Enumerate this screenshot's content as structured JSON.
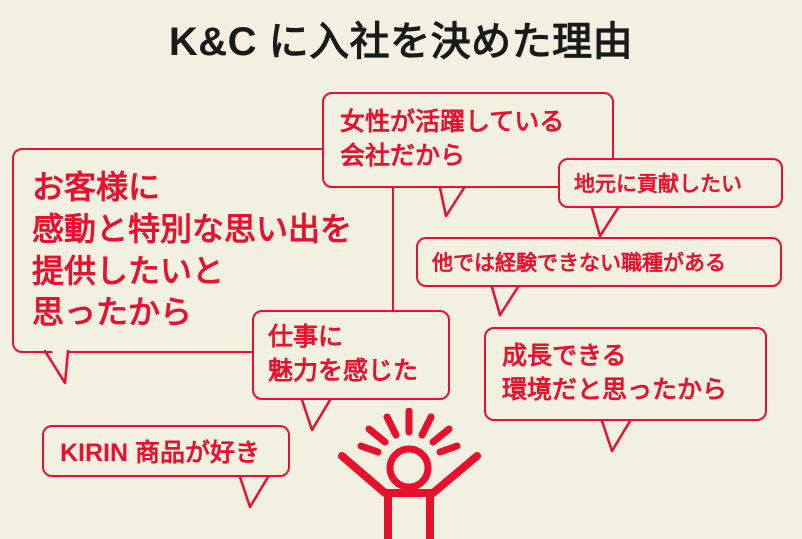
{
  "page": {
    "title": "K&C に入社を決めた理由",
    "background_color": "#f1f0e1",
    "accent_color": "#e8112d",
    "title_color": "#1a1a1a"
  },
  "bubbles": [
    {
      "id": "customer",
      "lines": [
        "お客様に",
        "感動と特別な思い出を",
        "提供したいと",
        "思ったから"
      ]
    },
    {
      "id": "women",
      "lines": [
        "女性が活躍している",
        "会社だから"
      ]
    },
    {
      "id": "local",
      "lines": [
        "地元に貢献したい"
      ]
    },
    {
      "id": "unique",
      "lines": [
        "他では経験できない職種がある"
      ]
    },
    {
      "id": "work",
      "lines": [
        "仕事に",
        "魅力を感じた"
      ]
    },
    {
      "id": "growth",
      "lines": [
        "成長できる",
        "環境だと思ったから"
      ]
    },
    {
      "id": "kirin",
      "lines": [
        "KIRIN 商品が好き"
      ]
    }
  ],
  "illustration": {
    "name": "cheering-person-icon"
  }
}
